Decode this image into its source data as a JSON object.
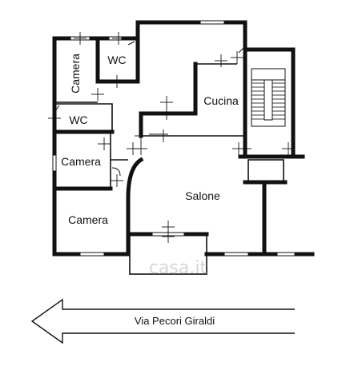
{
  "rooms": {
    "camera_top": "Camera",
    "wc_top": "WC",
    "wc_left": "WC",
    "camera_mid": "Camera",
    "camera_bottom": "Camera",
    "cucina": "Cucina",
    "salone": "Salone"
  },
  "street": {
    "name": "Via Pecori Giraldi"
  },
  "watermark": {
    "text": "casa.it"
  },
  "colors": {
    "wall": "#111111",
    "background": "#ffffff",
    "watermark": "#d6d6d6"
  }
}
